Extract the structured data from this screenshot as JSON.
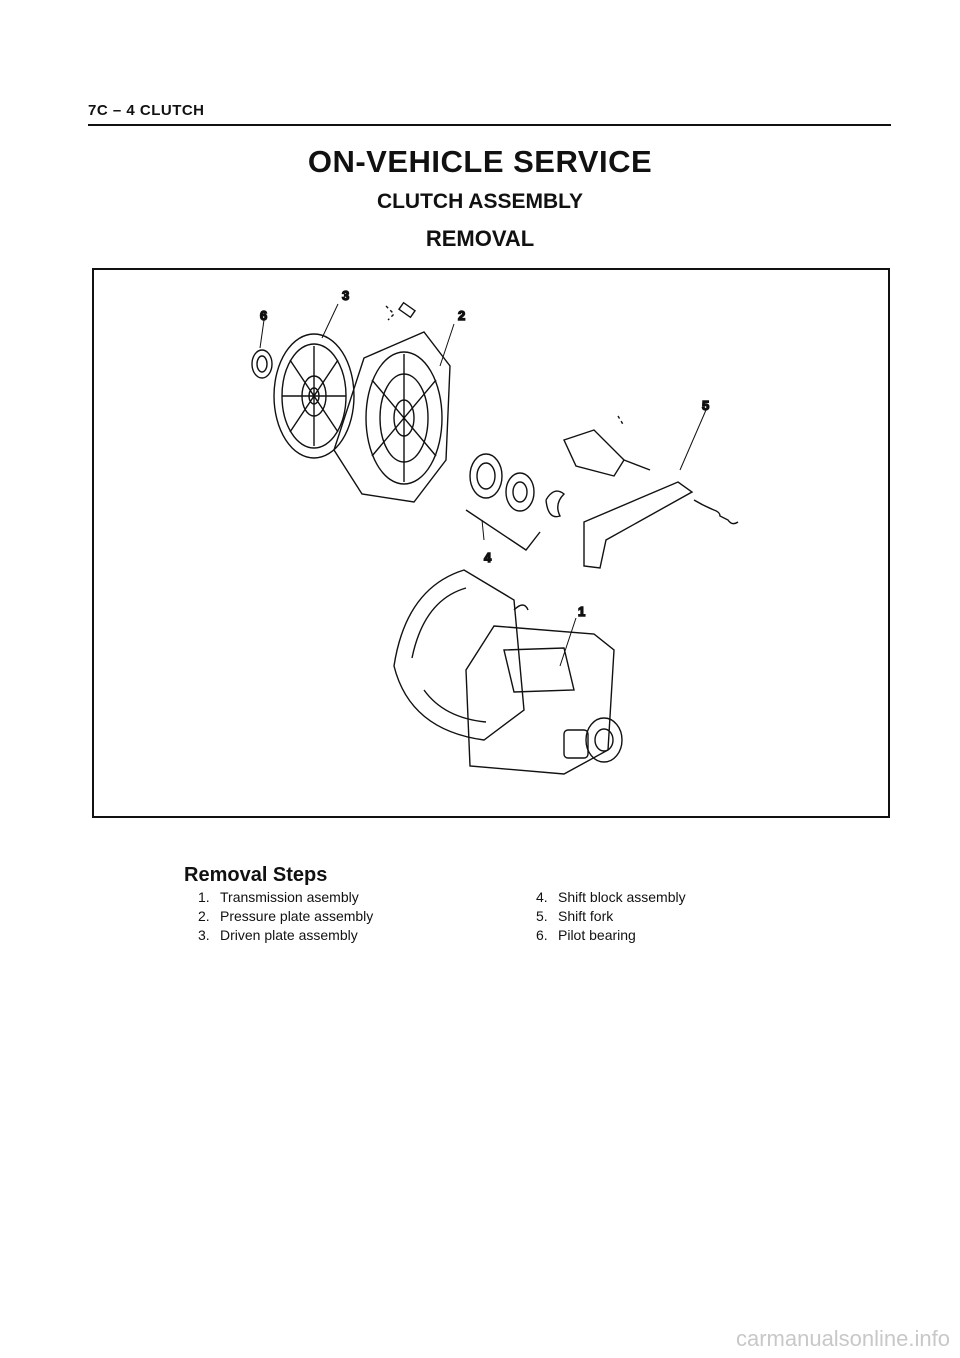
{
  "header": {
    "section": "7C – 4  CLUTCH"
  },
  "titles": {
    "main": "ON-VEHICLE SERVICE",
    "sub": "CLUTCH ASSEMBLY",
    "procedure": "REMOVAL"
  },
  "figure": {
    "callouts": [
      "1",
      "2",
      "3",
      "4",
      "5",
      "6"
    ]
  },
  "removal_steps": {
    "title": "Removal Steps",
    "items": [
      {
        "num": "1.",
        "label": "Transmission asembly"
      },
      {
        "num": "2.",
        "label": "Pressure plate assembly"
      },
      {
        "num": "3.",
        "label": "Driven plate assembly"
      },
      {
        "num": "4.",
        "label": "Shift block assembly"
      },
      {
        "num": "5.",
        "label": "Shift fork"
      },
      {
        "num": "6.",
        "label": "Pilot bearing"
      }
    ]
  },
  "watermark": "carmanualsonline.info"
}
